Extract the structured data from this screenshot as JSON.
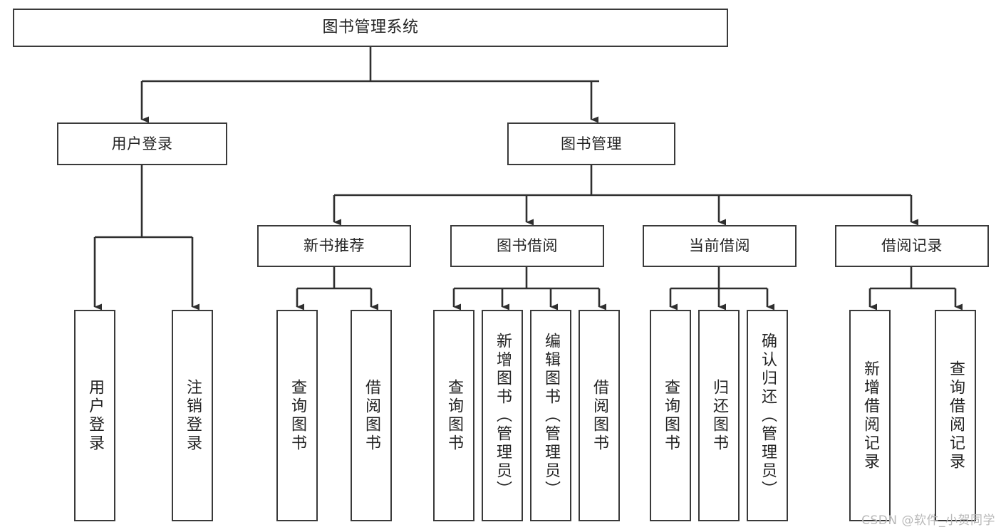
{
  "diagram": {
    "title": "图书管理系统",
    "type": "tree",
    "orientation": "top-down",
    "colors": {
      "box_border": "#3a3a3a",
      "box_fill": "#ffffff",
      "edge": "#2f2f2f",
      "text": "#232323",
      "watermark": "#b9b9b9",
      "background": "#ffffff"
    }
  },
  "root": {
    "label": "图书管理系统"
  },
  "level2": [
    {
      "label": "用户登录"
    },
    {
      "label": "图书管理"
    }
  ],
  "level3": [
    {
      "label": "新书推荐"
    },
    {
      "label": "图书借阅"
    },
    {
      "label": "当前借阅"
    },
    {
      "label": "借阅记录"
    }
  ],
  "leaves": {
    "user_login": [
      {
        "label": "用户登录"
      },
      {
        "label": "注销登录"
      }
    ],
    "new_book_recommend": [
      {
        "label": "查询图书"
      },
      {
        "label": "借阅图书"
      }
    ],
    "book_borrow": [
      {
        "label": "查询图书"
      },
      {
        "label": "新增图书（管理员）"
      },
      {
        "label": "编辑图书（管理员）"
      },
      {
        "label": "借阅图书"
      }
    ],
    "current_borrow": [
      {
        "label": "查询图书"
      },
      {
        "label": "归还图书"
      },
      {
        "label": "确认归还（管理员）"
      }
    ],
    "borrow_record": [
      {
        "label": "新增借阅记录"
      },
      {
        "label": "查询借阅记录"
      }
    ]
  },
  "watermark": {
    "text": "CSDN @软件_小贺同学"
  }
}
